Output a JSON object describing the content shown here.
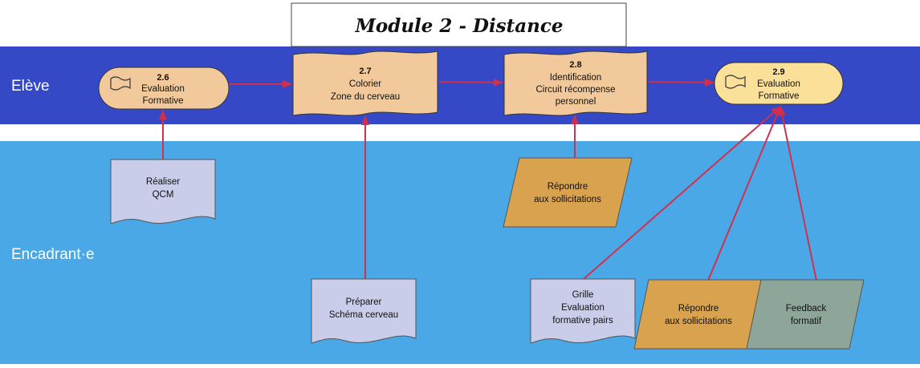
{
  "title": "Module 2 - Distance",
  "lanes": {
    "eleve": "Elève",
    "encadrant": "Encadrant·e"
  },
  "colors": {
    "lane_eleve": "#3549c6",
    "lane_encadrant": "#4aa8e6",
    "step_fill": "#f2c99a",
    "step_highlight_fill": "#fbe09a",
    "task_doc_fill": "#c9cdea",
    "task_action_fill": "#d9a24e",
    "feedback_fill": "#8ea59a",
    "arrow": "#d0304d"
  },
  "steps": {
    "s26": {
      "number": "2.6",
      "line1": "Evaluation",
      "line2": "Formative",
      "icon": "flag-icon"
    },
    "s27": {
      "number": "2.7",
      "line1": "Colorier",
      "line2": "Zone du cerveau"
    },
    "s28": {
      "number": "2.8",
      "line1": "Identification",
      "line2": "Circuit récompense",
      "line3": "personnel"
    },
    "s29": {
      "number": "2.9",
      "line1": "Evaluation",
      "line2": "Formative",
      "icon": "flag-icon"
    }
  },
  "tasks": {
    "qcm": {
      "line1": "Réaliser",
      "line2": "QCM"
    },
    "repondre_top": {
      "line1": "Répondre",
      "line2": "aux sollicitations"
    },
    "schema": {
      "line1": "Préparer",
      "line2": "Schéma cerveau"
    },
    "grille": {
      "line1": "Grille",
      "line2": "Evaluation",
      "line3": "formative pairs"
    },
    "repondre_bottom": {
      "line1": "Répondre",
      "line2": "aux sollicitations"
    },
    "feedback": {
      "line1": "Feedback",
      "line2": "formatif"
    }
  }
}
